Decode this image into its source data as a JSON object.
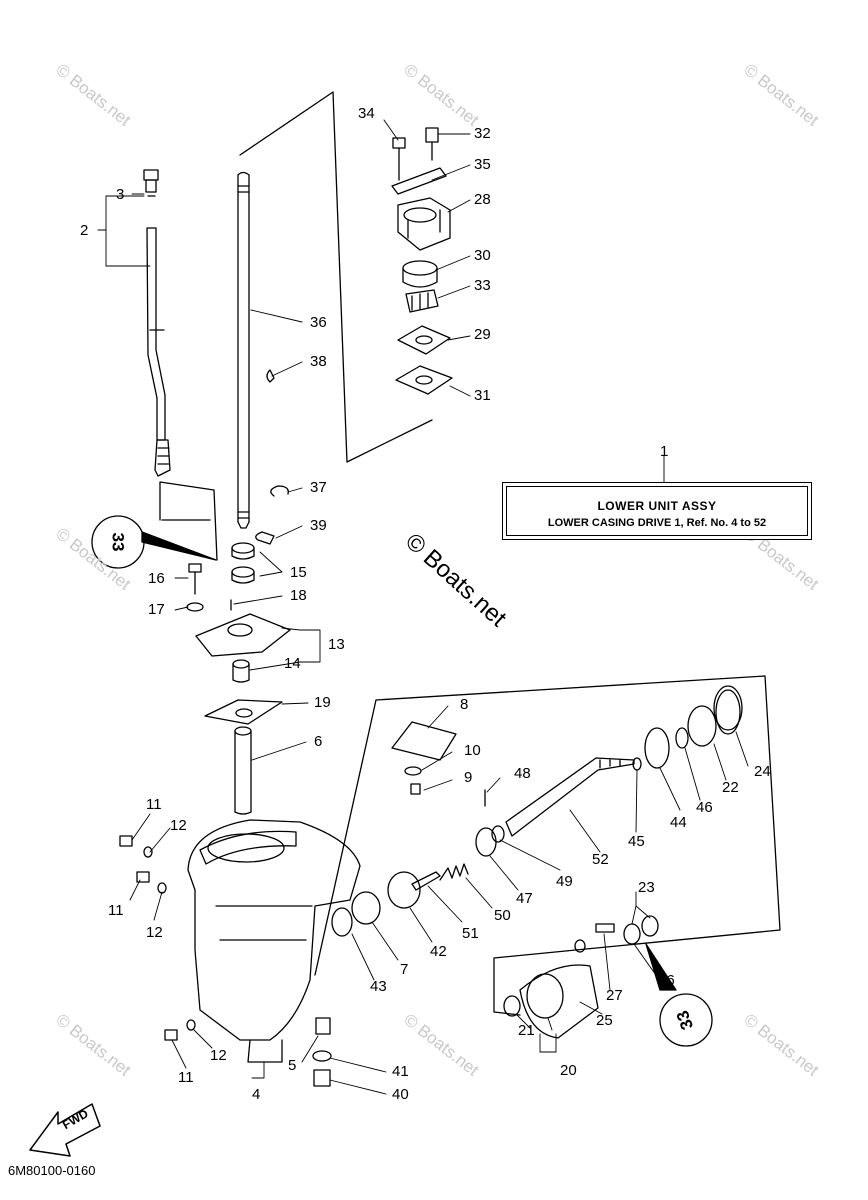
{
  "watermark": "© Boats.net",
  "diagram_code": "6M80100-0160",
  "fwd_label": "FWD",
  "lubricant_marks": {
    "upper": "33",
    "lower": "33"
  },
  "assembly_box": {
    "ref_number": "1",
    "title": "LOWER UNIT ASSY",
    "subtitle": "LOWER CASING DRIVE 1,  Ref. No. 4 to 52"
  },
  "callouts": [
    "34",
    "32",
    "35",
    "28",
    "30",
    "33",
    "29",
    "31",
    "36",
    "38",
    "37",
    "39",
    "3",
    "2",
    "15",
    "16",
    "18",
    "17",
    "13",
    "14",
    "19",
    "6",
    "8",
    "10",
    "9",
    "48",
    "24",
    "22",
    "46",
    "44",
    "45",
    "52",
    "49",
    "47",
    "50",
    "51",
    "42",
    "7",
    "43",
    "23",
    "26",
    "27",
    "25",
    "21",
    "20",
    "11",
    "12",
    "11",
    "12",
    "11",
    "12",
    "5",
    "41",
    "4",
    "40"
  ]
}
